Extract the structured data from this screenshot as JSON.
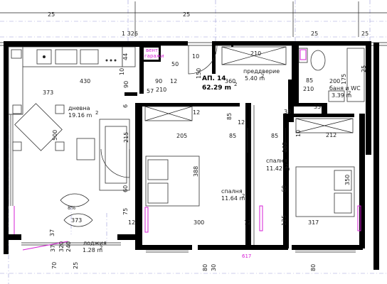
{
  "apartment": {
    "title": "АП. 14",
    "area": "62.29 m",
    "area_sup": "2"
  },
  "rooms": {
    "living": {
      "name": "дневна",
      "area": "19.16 m",
      "sup": "2"
    },
    "hall": {
      "name": "преддверие",
      "area": "5.40 m",
      "sup": "2"
    },
    "bath": {
      "name": "баня и WC",
      "area": "3.39 m",
      "sup": "2"
    },
    "bed1": {
      "name": "спалня",
      "area": "11.64 m",
      "sup": "2"
    },
    "bed2": {
      "name": "спалня",
      "area": "11.42 m",
      "sup": "2"
    },
    "loggia": {
      "name": "лоджия",
      "area": "1.28 m",
      "sup": "2"
    }
  },
  "vent_label": {
    "line1": "вент.",
    "line2": "гаражи"
  },
  "dimensions": {
    "top_a": "25",
    "top_b": "1 326",
    "top_c": "25",
    "top_d": "25",
    "top_e": "25",
    "d430": "430",
    "d373": "373",
    "d373b": "373",
    "d500": "500",
    "d44": "44",
    "d90a": "90",
    "d10": "10",
    "d90b": "90",
    "d57": "57",
    "d210a": "210",
    "d12a": "12",
    "d50": "50",
    "d150": "150",
    "d360": "360",
    "d210b": "210",
    "d10b": "10",
    "d85a": "85",
    "d210c": "210",
    "d38": "38",
    "d33": "33",
    "d200": "200",
    "d175": "175",
    "d25r": "25",
    "d6": "6",
    "d215": "215",
    "d12b": "12",
    "d205": "205",
    "d85b": "85",
    "d85c": "85",
    "d12c": "12",
    "d85d": "85",
    "d212": "212",
    "d10c": "10",
    "d165": "165",
    "d388": "388",
    "d60a": "60",
    "d60b": "60",
    "d350": "350",
    "d75": "75",
    "d300": "300",
    "d12d": "12",
    "d12e": "12",
    "d125": "125",
    "d317": "317",
    "d37a": "37",
    "d37b": "37",
    "d320": "320",
    "d240": "240",
    "d70": "70",
    "d25b": "25",
    "d80a": "80",
    "d30": "30",
    "d80b": "80",
    "d8pct": "8%",
    "d617": "617"
  }
}
